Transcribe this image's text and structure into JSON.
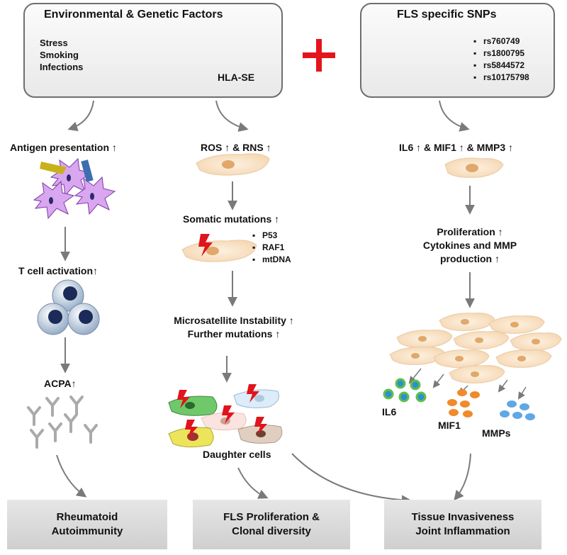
{
  "top_left_box": {
    "title": "Environmental & Genetic Factors",
    "factors": [
      "Stress",
      "Smoking",
      "Infections"
    ],
    "hla_label": "HLA-SE"
  },
  "top_right_box": {
    "title": "FLS specific  SNPs",
    "snps": [
      "rs760749",
      "rs1800795",
      "rs5844572",
      "rs10175798"
    ]
  },
  "left_column": {
    "step1": "Antigen presentation ↑",
    "step2": "T cell activation↑",
    "step3": "ACPA↑"
  },
  "middle_column": {
    "step1": "ROS ↑ & RNS ↑",
    "step2": "Somatic mutations ↑",
    "mutations": [
      "P53",
      "RAF1",
      "mtDNA"
    ],
    "step3_line1": "Microsatellite Instability ↑",
    "step3_line2": "Further mutations ↑",
    "step4": "Daughter cells"
  },
  "right_column": {
    "step1": "IL6 ↑ & MIF1 ↑ & MMP3 ↑",
    "step2_line1": "Proliferation ↑",
    "step2_line2": "Cytokines and MMP",
    "step2_line3": "production ↑",
    "mediators": [
      "IL6",
      "MIF1",
      "MMPs"
    ]
  },
  "outcomes": [
    {
      "line1": "Rheumatoid",
      "line2": "Autoimmunity"
    },
    {
      "line1": "FLS Proliferation &",
      "line2": "Clonal diversity"
    },
    {
      "line1": "Tissue Invasiveness",
      "line2": "Joint Inflammation"
    }
  ],
  "colors": {
    "plus_sign": "#e3141b",
    "arrow": "#7a7a7a",
    "cell_body": "#fbe7cf",
    "nucleus": "#e0a96a",
    "il6": "#2e8fd0",
    "mif1": "#f08a2b",
    "mmp": "#5fa8e6",
    "lightning": "#e0141c"
  }
}
